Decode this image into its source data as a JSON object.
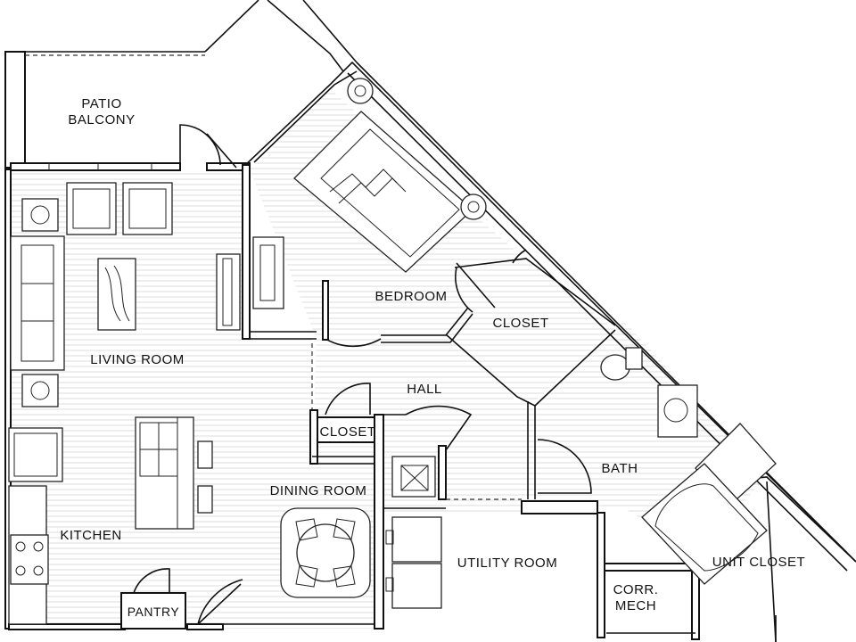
{
  "plan": {
    "rooms": {
      "patio_line1": "PATIO",
      "patio_line2": "BALCONY",
      "bedroom": "BEDROOM",
      "closet_bedroom": "CLOSET",
      "living": "LIVING ROOM",
      "hall": "HALL",
      "closet_hall": "CLOSET",
      "bath": "BATH",
      "dining": "DINING ROOM",
      "kitchen": "KITCHEN",
      "utility": "UTILITY ROOM",
      "unit_closet": "UNIT CLOSET",
      "corr_line1": "CORR.",
      "corr_line2": "MECH",
      "pantry": "PANTRY"
    },
    "colors": {
      "wall": "#111111",
      "floor_lines": "#d9d9d9",
      "background": "#ffffff"
    }
  }
}
